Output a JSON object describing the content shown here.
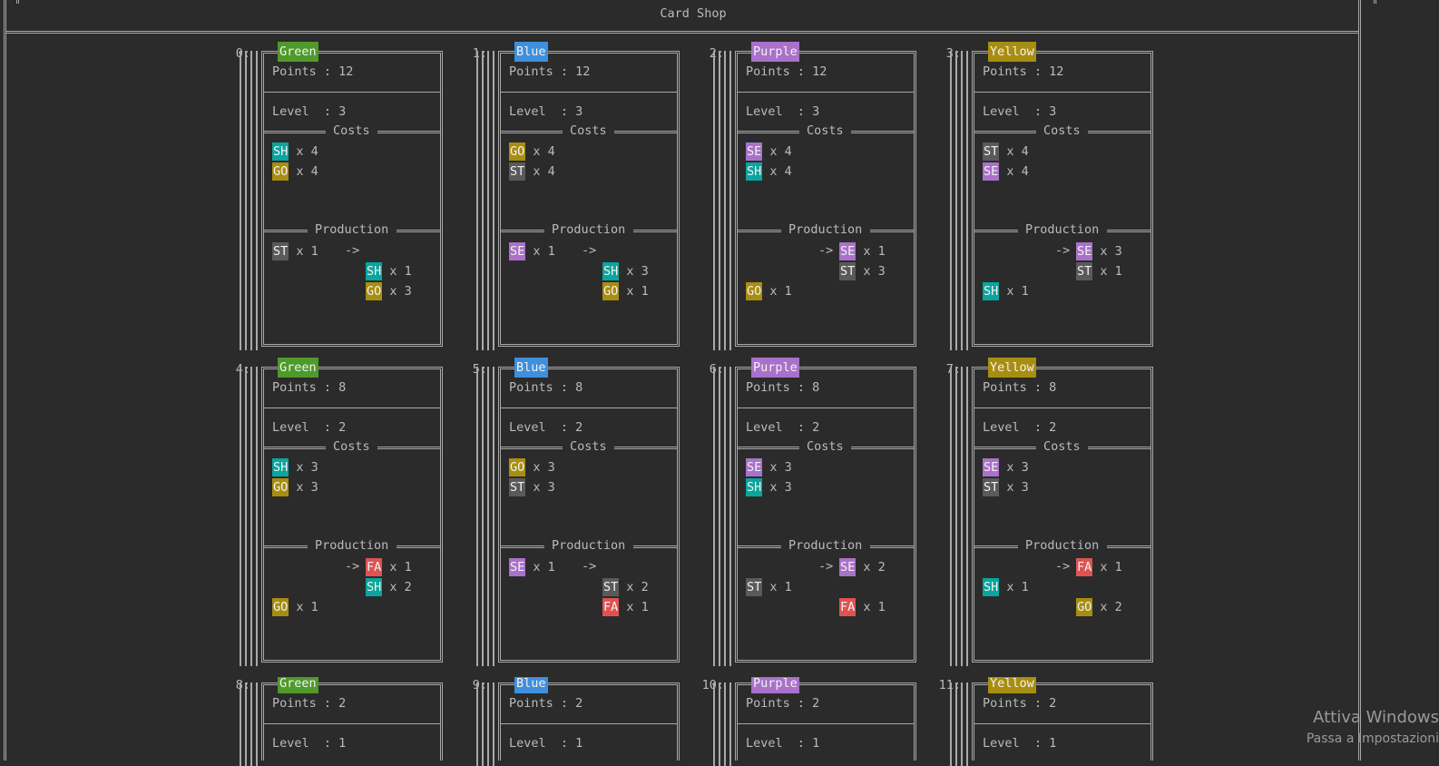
{
  "window": {
    "title": "Card Shop"
  },
  "colors": {
    "Green": "#4f9a2b",
    "Blue": "#3f8fdc",
    "Purple": "#a971c9",
    "Yellow": "#a88e10",
    "SH": "#0aa59e",
    "GO": "#a88e10",
    "ST": "#5a5a5a",
    "SE": "#a971c9",
    "FA": "#e05252"
  },
  "cards": [
    {
      "index": "0:",
      "color": "Green",
      "points": "Points : 12",
      "level": "Level  : 3",
      "costs": [
        [
          "SH",
          "x 4"
        ],
        [
          "GO",
          "x 4"
        ]
      ],
      "prod_in": [
        [
          "ST",
          "x 1"
        ]
      ],
      "prod_out": [
        [
          "SH",
          "x 1"
        ],
        [
          "GO",
          "x 3"
        ]
      ],
      "layout": "left"
    },
    {
      "index": "1:",
      "color": "Blue",
      "points": "Points : 12",
      "level": "Level  : 3",
      "costs": [
        [
          "GO",
          "x 4"
        ],
        [
          "ST",
          "x 4"
        ]
      ],
      "prod_in": [
        [
          "SE",
          "x 1"
        ]
      ],
      "prod_out": [
        [
          "SH",
          "x 3"
        ],
        [
          "GO",
          "x 1"
        ]
      ],
      "layout": "left"
    },
    {
      "index": "2:",
      "color": "Purple",
      "points": "Points : 12",
      "level": "Level  : 3",
      "costs": [
        [
          "SE",
          "x 4"
        ],
        [
          "SH",
          "x 4"
        ]
      ],
      "prod_in": [
        [
          "GO",
          "x 1"
        ]
      ],
      "prod_out": [
        [
          "SE",
          "x 1"
        ],
        [
          "ST",
          "x 3"
        ]
      ],
      "layout": "right"
    },
    {
      "index": "3:",
      "color": "Yellow",
      "points": "Points : 12",
      "level": "Level  : 3",
      "costs": [
        [
          "ST",
          "x 4"
        ],
        [
          "SE",
          "x 4"
        ]
      ],
      "prod_in": [
        [
          "SH",
          "x 1"
        ]
      ],
      "prod_out": [
        [
          "SE",
          "x 3"
        ],
        [
          "ST",
          "x 1"
        ]
      ],
      "layout": "right"
    },
    {
      "index": "4:",
      "color": "Green",
      "points": "Points : 8",
      "level": "Level  : 2",
      "costs": [
        [
          "SH",
          "x 3"
        ],
        [
          "GO",
          "x 3"
        ]
      ],
      "prod_in": [
        [
          "GO",
          "x 1"
        ]
      ],
      "prod_out": [
        [
          "FA",
          "x 1"
        ],
        [
          "SH",
          "x 2"
        ]
      ],
      "layout": "right"
    },
    {
      "index": "5:",
      "color": "Blue",
      "points": "Points : 8",
      "level": "Level  : 2",
      "costs": [
        [
          "GO",
          "x 3"
        ],
        [
          "ST",
          "x 3"
        ]
      ],
      "prod_in": [
        [
          "SE",
          "x 1"
        ]
      ],
      "prod_out": [
        [
          "ST",
          "x 2"
        ],
        [
          "FA",
          "x 1"
        ]
      ],
      "layout": "left"
    },
    {
      "index": "6:",
      "color": "Purple",
      "points": "Points : 8",
      "level": "Level  : 2",
      "costs": [
        [
          "SE",
          "x 3"
        ],
        [
          "SH",
          "x 3"
        ]
      ],
      "prod_in": [
        [
          "ST",
          "x 1"
        ]
      ],
      "prod_out": [
        [
          "SE",
          "x 2"
        ],
        [
          "FA",
          "x 1"
        ]
      ],
      "layout": "split"
    },
    {
      "index": "7:",
      "color": "Yellow",
      "points": "Points : 8",
      "level": "Level  : 2",
      "costs": [
        [
          "SE",
          "x 3"
        ],
        [
          "ST",
          "x 3"
        ]
      ],
      "prod_in": [
        [
          "SH",
          "x 1"
        ]
      ],
      "prod_out": [
        [
          "FA",
          "x 1"
        ],
        [
          "GO",
          "x 2"
        ]
      ],
      "layout": "split"
    },
    {
      "index": "8:",
      "color": "Green",
      "points": "Points : 2",
      "level": "Level  : 1",
      "costs": [],
      "prod_in": [],
      "prod_out": [],
      "layout": "left"
    },
    {
      "index": "9:",
      "color": "Blue",
      "points": "Points : 2",
      "level": "Level  : 1",
      "costs": [],
      "prod_in": [],
      "prod_out": [],
      "layout": "left"
    },
    {
      "index": "10:",
      "color": "Purple",
      "points": "Points : 2",
      "level": "Level  : 1",
      "costs": [],
      "prod_in": [],
      "prod_out": [],
      "layout": "left"
    },
    {
      "index": "11:",
      "color": "Yellow",
      "points": "Points : 2",
      "level": "Level  : 1",
      "costs": [],
      "prod_in": [],
      "prod_out": [],
      "layout": "left"
    }
  ],
  "labels": {
    "costs": "Costs",
    "production": "Production",
    "arrow": "->"
  },
  "watermark": {
    "line1": "Attiva Windows",
    "line2": "Passa a Impostazioni"
  }
}
